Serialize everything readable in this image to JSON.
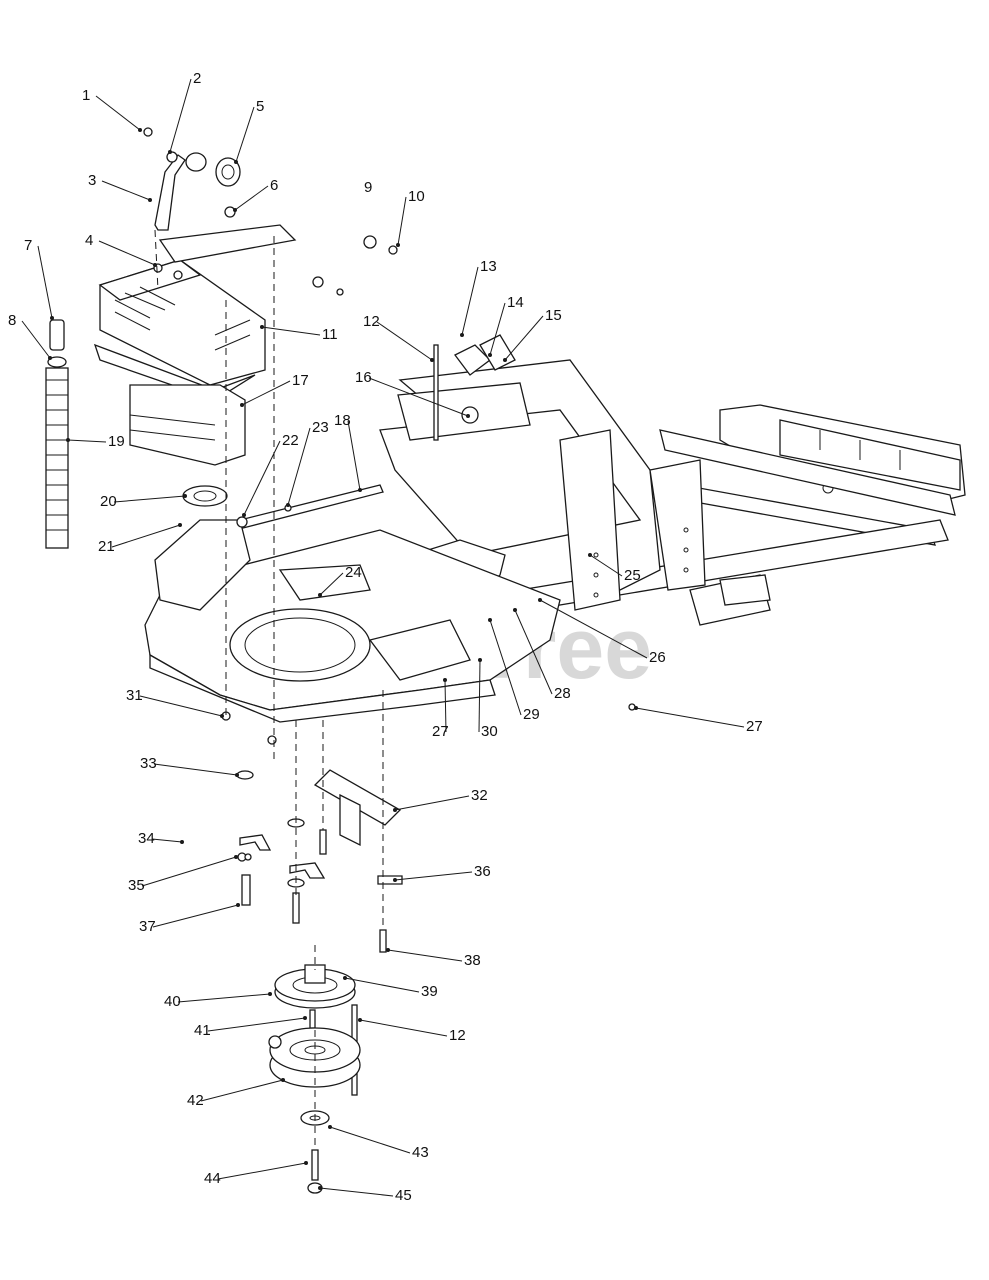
{
  "watermark": "PartsTree",
  "callouts": [
    {
      "id": "c1",
      "label": "1"
    },
    {
      "id": "c2",
      "label": "2"
    },
    {
      "id": "c3",
      "label": "3"
    },
    {
      "id": "c4",
      "label": "4"
    },
    {
      "id": "c5",
      "label": "5"
    },
    {
      "id": "c6",
      "label": "6"
    },
    {
      "id": "c7",
      "label": "7"
    },
    {
      "id": "c8",
      "label": "8"
    },
    {
      "id": "c9",
      "label": "9"
    },
    {
      "id": "c10",
      "label": "10"
    },
    {
      "id": "c11",
      "label": "11"
    },
    {
      "id": "c12a",
      "label": "12"
    },
    {
      "id": "c13",
      "label": "13"
    },
    {
      "id": "c14",
      "label": "14"
    },
    {
      "id": "c15",
      "label": "15"
    },
    {
      "id": "c16",
      "label": "16"
    },
    {
      "id": "c17",
      "label": "17"
    },
    {
      "id": "c18",
      "label": "18"
    },
    {
      "id": "c19",
      "label": "19"
    },
    {
      "id": "c20",
      "label": "20"
    },
    {
      "id": "c21",
      "label": "21"
    },
    {
      "id": "c22",
      "label": "22"
    },
    {
      "id": "c23",
      "label": "23"
    },
    {
      "id": "c24",
      "label": "24"
    },
    {
      "id": "c25",
      "label": "25"
    },
    {
      "id": "c26",
      "label": "26"
    },
    {
      "id": "c27a",
      "label": "27"
    },
    {
      "id": "c27b",
      "label": "27"
    },
    {
      "id": "c28",
      "label": "28"
    },
    {
      "id": "c29",
      "label": "29"
    },
    {
      "id": "c30",
      "label": "30"
    },
    {
      "id": "c31",
      "label": "31"
    },
    {
      "id": "c32",
      "label": "32"
    },
    {
      "id": "c33",
      "label": "33"
    },
    {
      "id": "c34",
      "label": "34"
    },
    {
      "id": "c35",
      "label": "35"
    },
    {
      "id": "c36",
      "label": "36"
    },
    {
      "id": "c37",
      "label": "37"
    },
    {
      "id": "c38",
      "label": "38"
    },
    {
      "id": "c39",
      "label": "39"
    },
    {
      "id": "c40",
      "label": "40"
    },
    {
      "id": "c41",
      "label": "41"
    },
    {
      "id": "c12b",
      "label": "12"
    },
    {
      "id": "c42",
      "label": "42"
    },
    {
      "id": "c43",
      "label": "43"
    },
    {
      "id": "c44",
      "label": "44"
    },
    {
      "id": "c45",
      "label": "45"
    }
  ]
}
